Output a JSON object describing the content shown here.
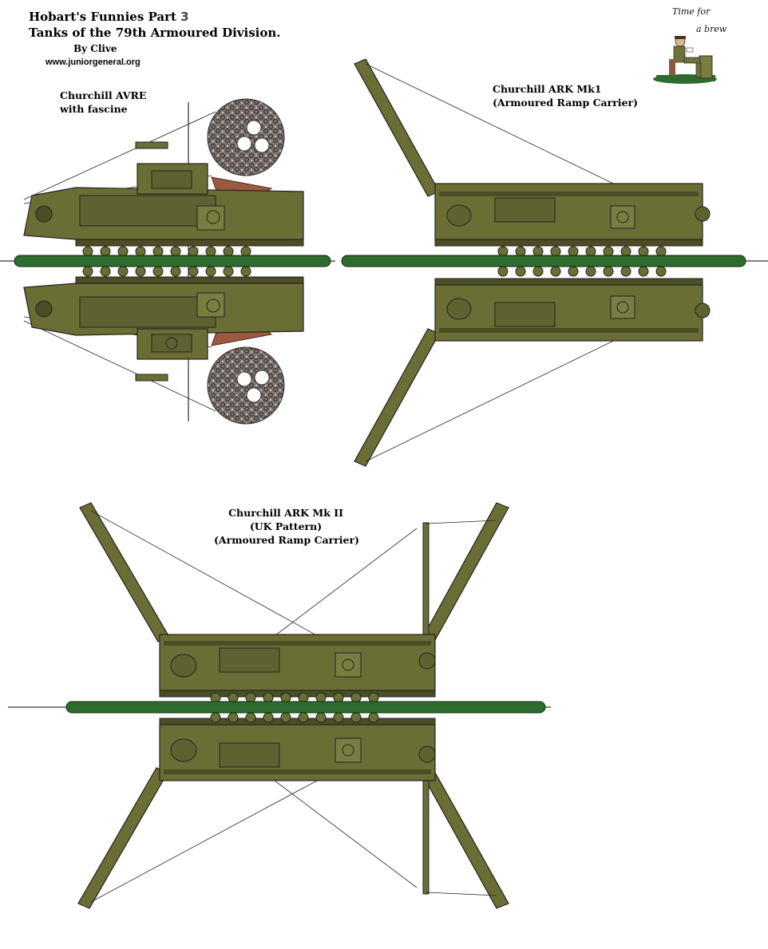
{
  "header": {
    "title_prefix": "Hobart's Funnies Part ",
    "part_number": "3",
    "subtitle": "Tanks of the 79th Armoured Division.",
    "author": "By Clive",
    "website": "www.juniorgeneral.org"
  },
  "badge": {
    "line1": "Time for",
    "line2": "a brew"
  },
  "labels": {
    "avre": {
      "line1": "Churchill AVRE",
      "line2": "with fascine"
    },
    "ark1": {
      "line1": "Churchill ARK Mk1",
      "line2": "(Armoured Ramp Carrier)"
    },
    "ark2": {
      "line1": "Churchill ARK Mk II",
      "line2": "(UK Pattern)",
      "line3": "(Armoured Ramp Carrier)"
    }
  },
  "colors": {
    "hull": "#6b6e34",
    "hull_dark": "#4b4d24",
    "track": "#2f3018",
    "fold_bar": "#2e6b2e",
    "fascine_brown": "#8a4a34",
    "wood": "#9b5a40"
  }
}
